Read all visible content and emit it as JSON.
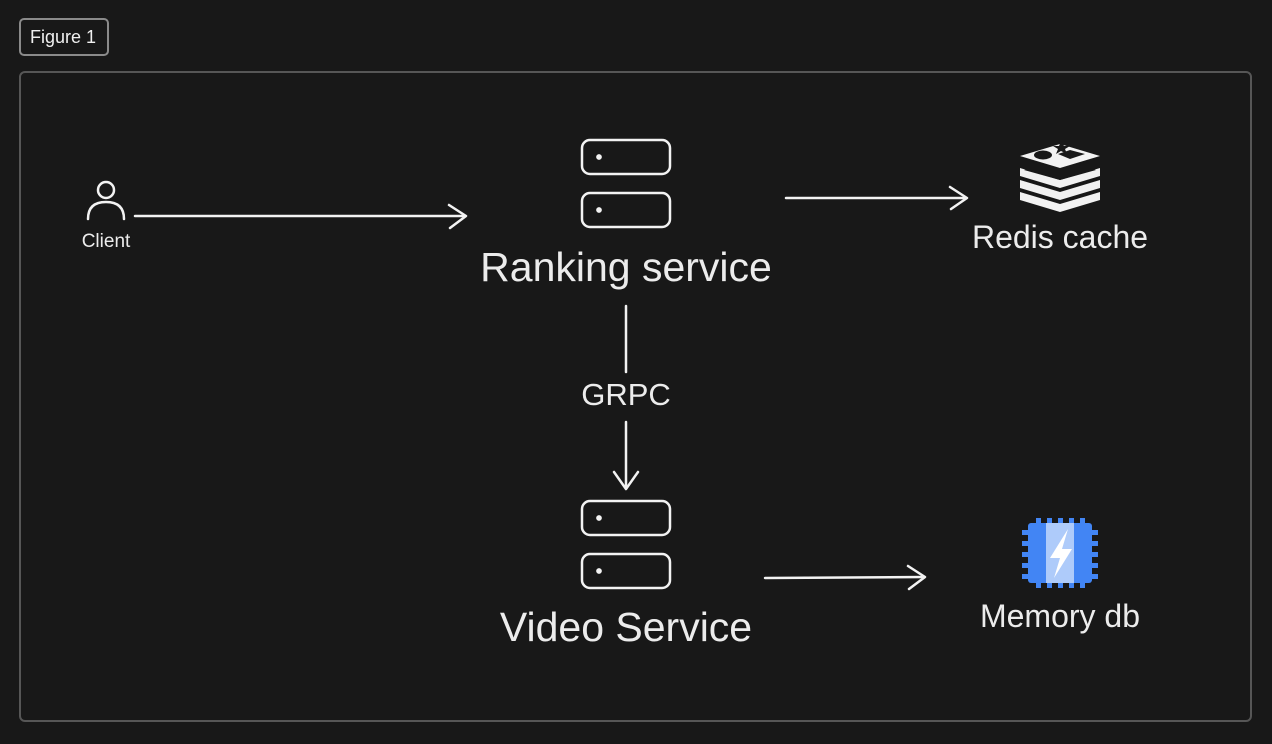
{
  "frame": {
    "label": "Figure 1"
  },
  "nodes": {
    "client": {
      "label": "Client",
      "icon": "user-icon"
    },
    "ranking_service": {
      "label": "Ranking service",
      "icon": "server-icon"
    },
    "redis_cache": {
      "label": "Redis cache",
      "icon": "redis-icon"
    },
    "video_service": {
      "label": "Video Service",
      "icon": "server-icon"
    },
    "memory_db": {
      "label": "Memory db",
      "icon": "memorystore-icon"
    }
  },
  "edges": [
    {
      "from": "client",
      "to": "ranking_service",
      "label": ""
    },
    {
      "from": "ranking_service",
      "to": "redis_cache",
      "label": ""
    },
    {
      "from": "ranking_service",
      "to": "video_service",
      "label": "GRPC"
    },
    {
      "from": "video_service",
      "to": "memory_db",
      "label": ""
    }
  ],
  "colors": {
    "background": "#181818",
    "stroke": "#f2f2f2",
    "frame_border": "#565656",
    "memorystore_blue": "#4285f4",
    "memorystore_light": "#aecbfa"
  }
}
